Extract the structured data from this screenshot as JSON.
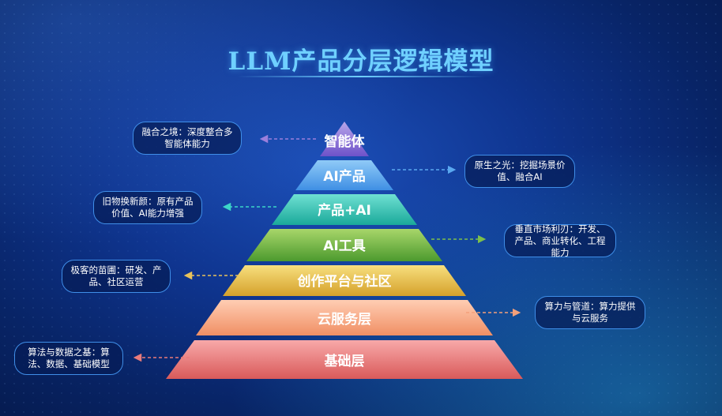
{
  "title": "LLM产品分层逻辑模型",
  "pyramid": {
    "layers": [
      {
        "label": "智能体",
        "color_top": "#b8a6ea",
        "color_bottom": "#6e52c9"
      },
      {
        "label": "AI产品",
        "color_top": "#8fcaf7",
        "color_bottom": "#3f8fe4"
      },
      {
        "label": "产品+AI",
        "color_top": "#6fe0d2",
        "color_bottom": "#1aa99a"
      },
      {
        "label": "AI工具",
        "color_top": "#a8d66a",
        "color_bottom": "#4c9a2e"
      },
      {
        "label": "创作平台与社区",
        "color_top": "#f7df7e",
        "color_bottom": "#d5a12b"
      },
      {
        "label": "云服务层",
        "color_top": "#ffcdb3",
        "color_bottom": "#f08f64"
      },
      {
        "label": "基础层",
        "color_top": "#f8a9a9",
        "color_bottom": "#d95a5a"
      }
    ]
  },
  "callouts": [
    {
      "text": "融合之境：深度整合多智能体能力",
      "side": "left",
      "arrow_color": "#9b7fdc"
    },
    {
      "text": "原生之光：挖掘场景价值、融合AI",
      "side": "right",
      "arrow_color": "#5aa8f0"
    },
    {
      "text": "旧物换新颜：原有产品价值、AI能力增强",
      "side": "left",
      "arrow_color": "#3cd6c8"
    },
    {
      "text": "垂直市场利刃：开发、产品、商业转化、工程能力",
      "side": "right",
      "arrow_color": "#7dc04a"
    },
    {
      "text": "极客的苗圃：研发、产品、社区运营",
      "side": "left",
      "arrow_color": "#e8c25a"
    },
    {
      "text": "算力与管道：算力提供与云服务",
      "side": "right",
      "arrow_color": "#f3a07a"
    },
    {
      "text": "算法与数据之基：算法、数据、基础模型",
      "side": "left",
      "arrow_color": "#ea7b7b"
    }
  ]
}
